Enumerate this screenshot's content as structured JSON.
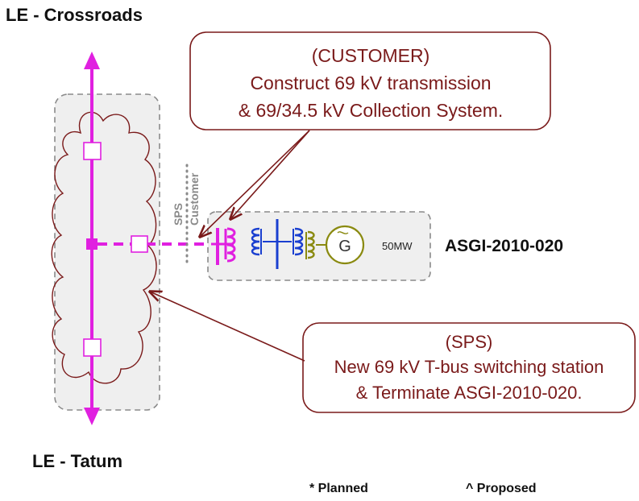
{
  "diagram": {
    "top_label": "LE - Crossroads",
    "bottom_label": "LE - Tatum",
    "project_label": "ASGI-2010-020",
    "capacity_label": "50MW",
    "generator_symbol": "G",
    "boundary_labels": {
      "left": "SPS",
      "right": "Customer"
    },
    "customer_note": {
      "lines": [
        "(CUSTOMER)",
        "Construct 69 kV transmission",
        "& 69/34.5 kV Collection System."
      ]
    },
    "sps_note": {
      "lines": [
        "(SPS)",
        "New 69 kV T-bus switching station",
        "& Terminate ASGI-2010-020."
      ]
    },
    "legend": {
      "planned": "* Planned",
      "proposed": "^ Proposed"
    }
  },
  "colors": {
    "transmission_line": "#e020e0",
    "callout": "#7a1a1a",
    "transformer_blue": "#1a3fd0",
    "transformer_olive": "#8a8a10",
    "dashed_box": "#8a8a8a",
    "region_fill": "#efefef"
  }
}
